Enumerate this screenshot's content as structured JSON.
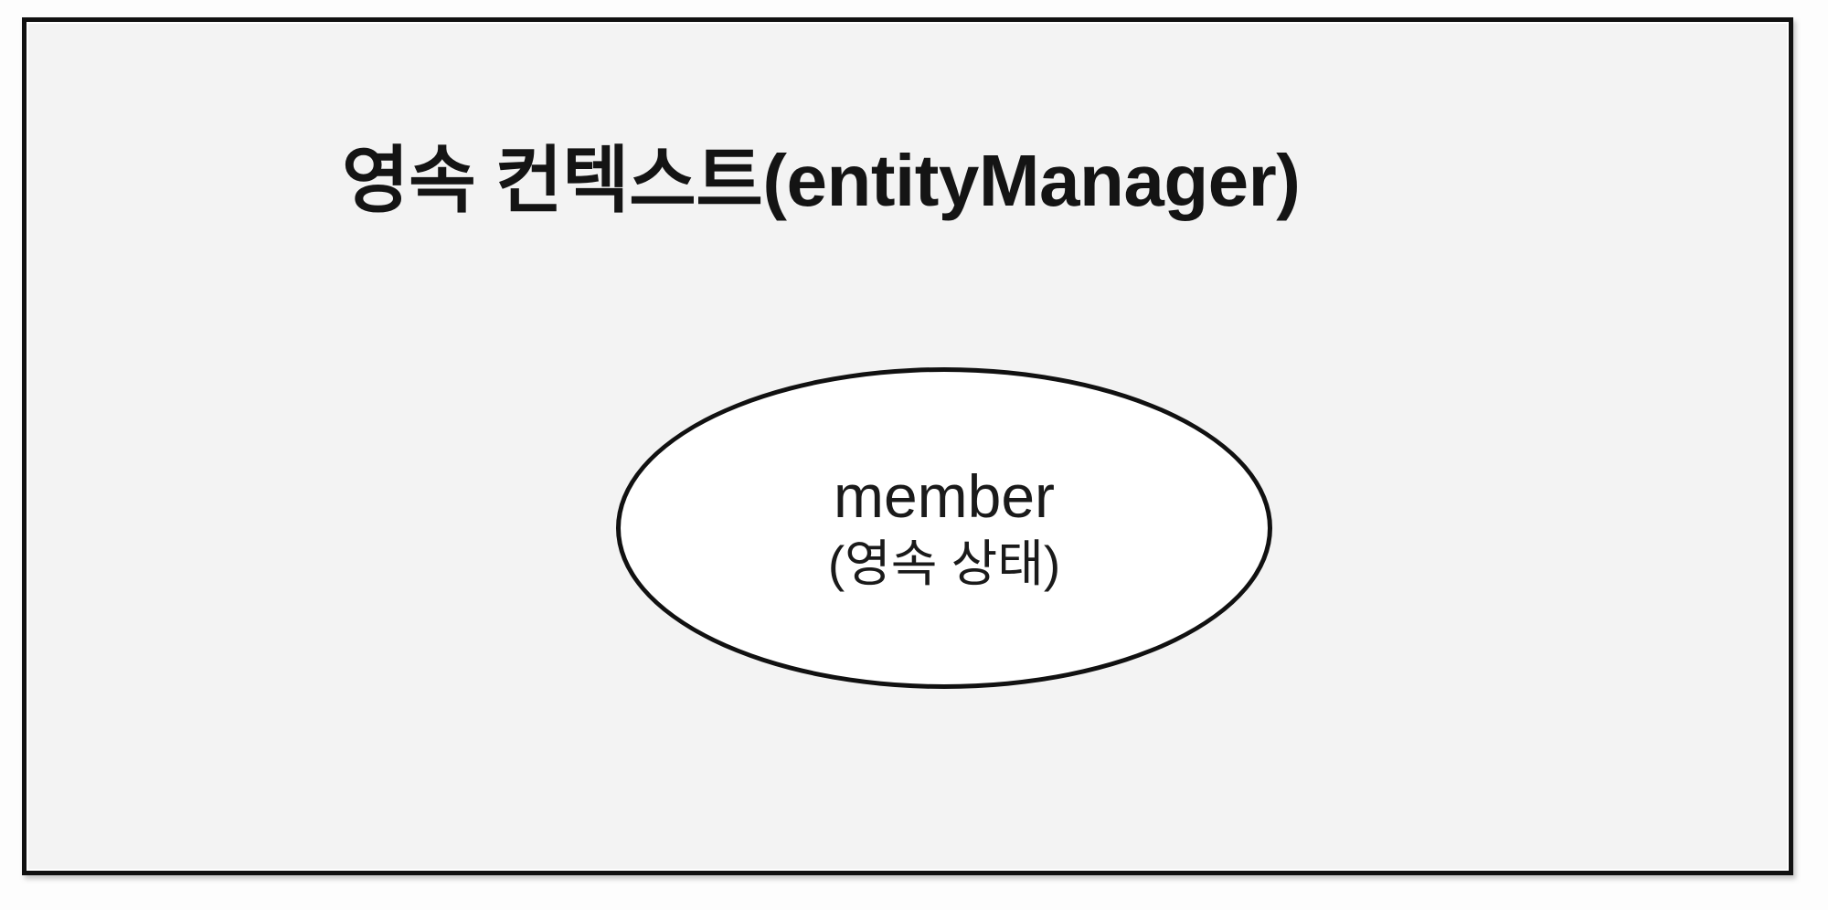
{
  "diagram": {
    "type": "entity-persistence-context",
    "background_color": "#fdfdfd",
    "context": {
      "title": "영속 컨텍스트(entityManager)",
      "fill_color": "#f3f3f3",
      "border_color": "#111111"
    },
    "entities": [
      {
        "shape": "ellipse",
        "name": "member",
        "state": "(영속 상태)",
        "fill_color": "#ffffff",
        "border_color": "#111111"
      }
    ]
  }
}
